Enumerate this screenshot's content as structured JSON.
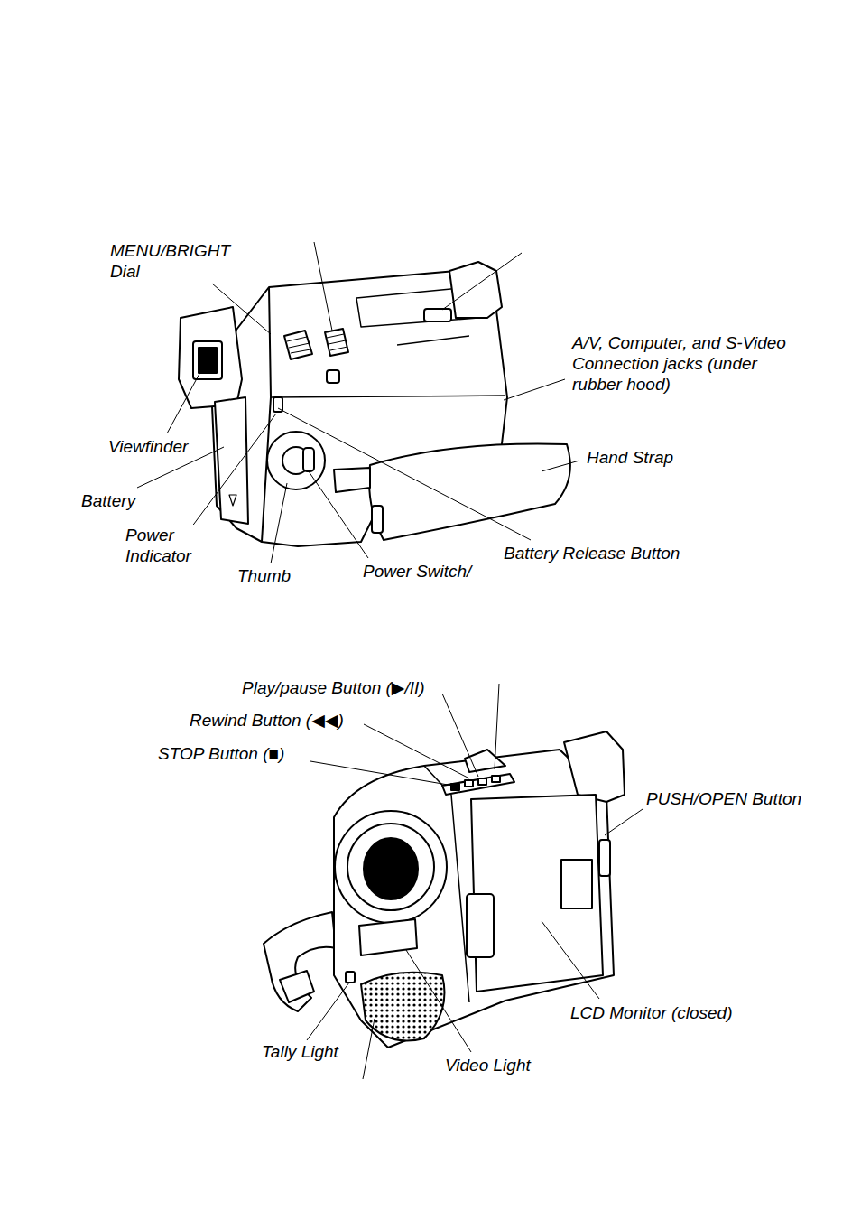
{
  "diagram": {
    "labels": [
      "MENU/BRIGHT Dial",
      "A/V, Computer, and S-Video Connection jacks (under rubber hood)",
      "Hand Strap",
      "Viewfinder",
      "Battery",
      "Power Indicator",
      "Battery Release Button",
      "Thumb",
      "Power Switch/",
      "Play/pause Button (▶/II)",
      "Rewind Button (◀◀)",
      "STOP Button (■)",
      "PUSH/OPEN Button",
      "LCD Monitor (closed)",
      "Tally Light",
      "Video Light"
    ]
  }
}
